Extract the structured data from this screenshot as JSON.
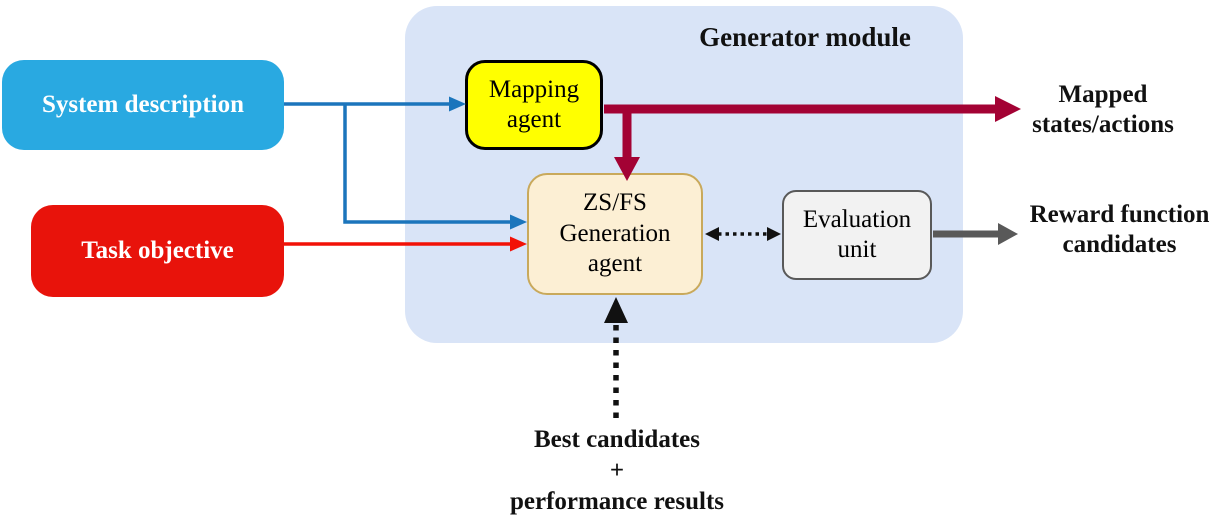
{
  "diagram": {
    "module": {
      "title": "Generator module"
    },
    "boxes": {
      "system_description": {
        "label": "System description"
      },
      "task_objective": {
        "label": "Task objective"
      },
      "mapping_agent": {
        "lines": [
          "Mapping",
          "agent"
        ]
      },
      "generation_agent": {
        "lines": [
          "ZS/FS",
          "Generation",
          "agent"
        ]
      },
      "evaluation_unit": {
        "lines": [
          "Evaluation",
          "unit"
        ]
      }
    },
    "outputs": {
      "mapped_states_actions": {
        "lines": [
          "Mapped",
          "states/actions"
        ]
      },
      "reward_candidates": {
        "lines": [
          "Reward function",
          "candidates"
        ]
      }
    },
    "feedback": {
      "lines": [
        "Best candidates",
        "+",
        "performance results"
      ]
    },
    "arrows": [
      {
        "name": "system-to-mapping",
        "style": "solid",
        "color_ref": "blue_line"
      },
      {
        "name": "system-to-generation",
        "style": "solid",
        "color_ref": "blue_line"
      },
      {
        "name": "task-to-generation",
        "style": "solid",
        "color_ref": "red_line"
      },
      {
        "name": "mapping-to-mapped-output",
        "style": "solid-thick",
        "color_ref": "crimson"
      },
      {
        "name": "mapping-to-generation",
        "style": "solid-thick",
        "color_ref": "crimson"
      },
      {
        "name": "generation-evaluation-bidirectional",
        "style": "dotted",
        "color_ref": "black"
      },
      {
        "name": "evaluation-to-reward-output",
        "style": "solid-thick",
        "color_ref": "gray_line"
      },
      {
        "name": "feedback-to-generation",
        "style": "dotted-thick",
        "color_ref": "black"
      }
    ]
  },
  "colors": {
    "panel": "#D9E4F7",
    "blue-box": "#29A9E1",
    "red-box": "#E8130B",
    "yellow-box": "#FFFF00",
    "cream-box": "#FCEFD4",
    "tan-border": "#C9A95B",
    "eval-fill": "#F2F2F2",
    "blue-line": "#1B75BC",
    "red-line": "#F21107",
    "crimson": "#A30234",
    "gray-line": "#595959",
    "black": "#111111"
  }
}
